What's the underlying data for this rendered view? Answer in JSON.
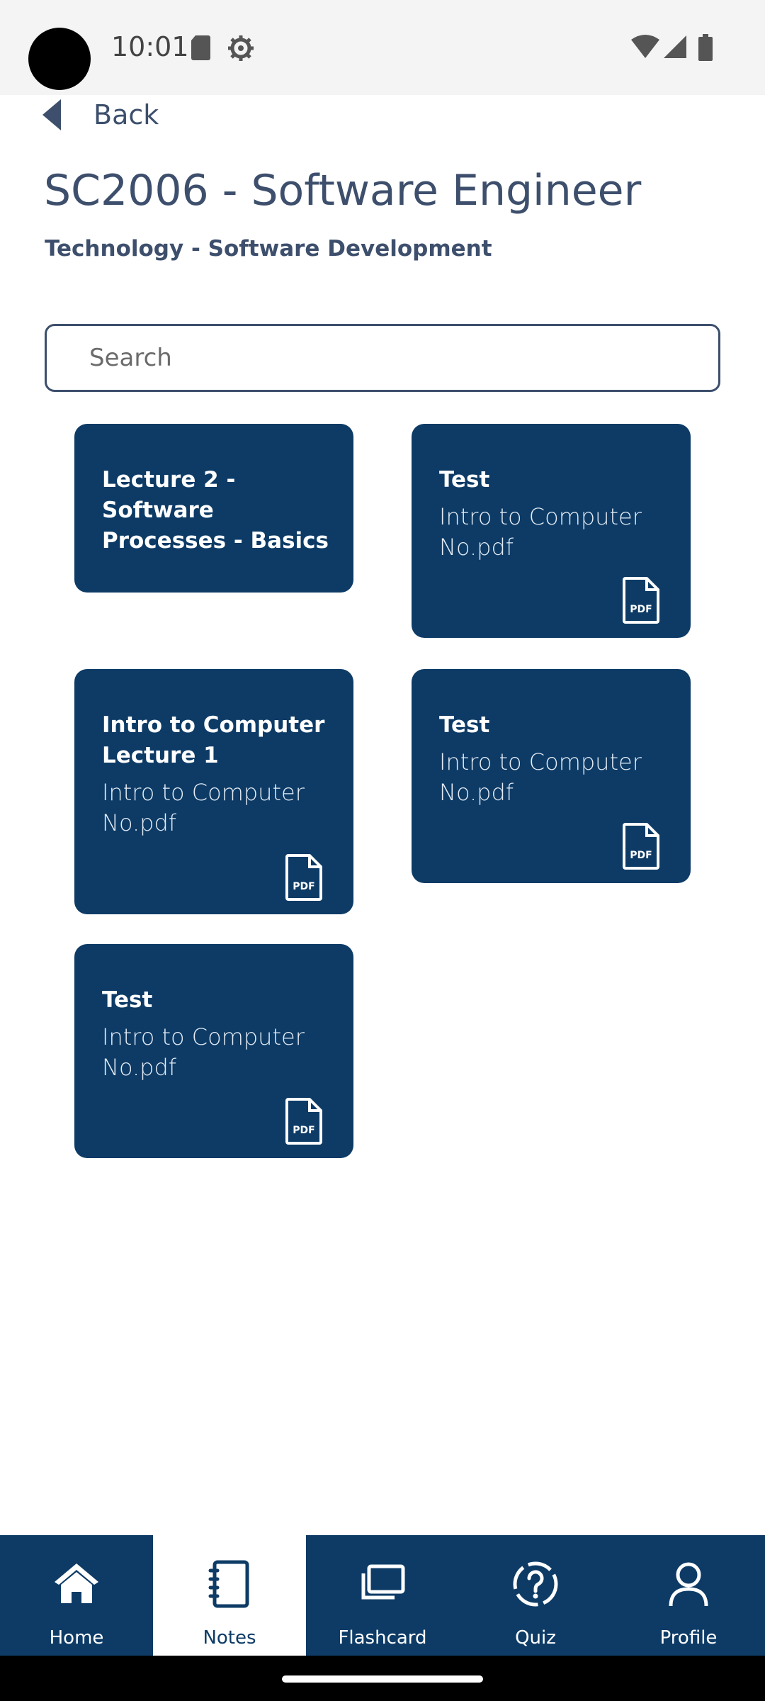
{
  "status_bar": {
    "time": "10:01",
    "icons": [
      "sd-card-icon",
      "settings-gear-icon",
      "wifi-icon",
      "cell-signal-icon",
      "battery-icon"
    ]
  },
  "header": {
    "back_label": "Back",
    "course_title": "SC2006 - Software Engineer",
    "course_subtitle": "Technology - Software Development"
  },
  "search": {
    "placeholder": "Search",
    "value": ""
  },
  "notes": [
    {
      "title": "Lecture 2 - Software Processes - Basics",
      "file": "",
      "has_pdf_icon": false
    },
    {
      "title": "Test",
      "file": "Intro to Computer No.pdf",
      "has_pdf_icon": true
    },
    {
      "title": "Intro to Computer Lecture 1",
      "file": "Intro to Computer No.pdf",
      "has_pdf_icon": true
    },
    {
      "title": "Test",
      "file": "Intro to Computer No.pdf",
      "has_pdf_icon": true
    },
    {
      "title": "Test",
      "file": "Intro to Computer No.pdf",
      "has_pdf_icon": true
    }
  ],
  "nav": {
    "items": [
      {
        "label": "Home",
        "icon": "home-icon",
        "active": false
      },
      {
        "label": "Notes",
        "icon": "notebook-icon",
        "active": true
      },
      {
        "label": "Flashcard",
        "icon": "flashcard-icon",
        "active": false
      },
      {
        "label": "Quiz",
        "icon": "quiz-icon",
        "active": false
      },
      {
        "label": "Profile",
        "icon": "profile-icon",
        "active": false
      }
    ]
  },
  "colors": {
    "primary": "#0d3b66",
    "text": "#3d4f6c",
    "status_bar": "#f4f4f4"
  }
}
